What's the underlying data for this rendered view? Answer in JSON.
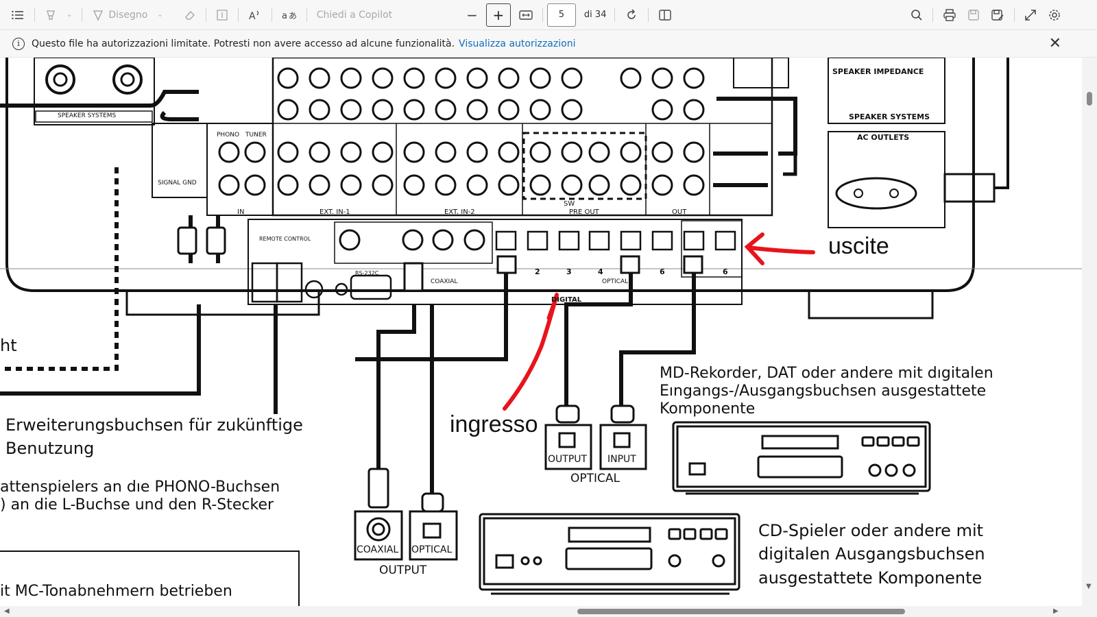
{
  "toolbar": {
    "draw_label": "Disegno",
    "copilot_label": "Chiedi a Copilot",
    "page_current": "5",
    "page_total": "di 34"
  },
  "infobar": {
    "message": "Questo file ha autorizzazioni limitate. Potresti non avere accesso ad alcune funzionalità.",
    "link": "Visualizza autorizzazioni"
  },
  "document": {
    "annotation_outputs": "uscite",
    "annotation_input": "ingresso",
    "text_ht": "ht",
    "text_expansion_1": "Erweiterungsbuchsen für zukünftige",
    "text_expansion_2": "Benutzung",
    "text_phono_1": "attenspielers an dıe PHONO-Buchsen",
    "text_phono_2": ") an die L-Buchse und den R-Stecker",
    "text_mc": "it  MC-Tonabnehmern  betrieben",
    "text_md_1": "MD-Rekorder,  DAT  oder  andere  mit  dıgitalen",
    "text_md_2": "Eıngangs-/Ausgangsbuchsen      ausgestattete",
    "text_md_3": "Komponente",
    "text_cd_1": "CD-Spieler   oder   andere   mit",
    "text_cd_2": "digitalen      Ausgangsbuchsen",
    "text_cd_3": "ausgestattete Komponente",
    "label_output_plug": "OUTPUT",
    "label_input_plug": "INPUT",
    "label_optical_md": "OPTICAL",
    "label_coaxial": "COAXIAL",
    "label_optical_cd": "OPTICAL",
    "label_output_cd": "OUTPUT",
    "panel_speaker_impedance": "SPEAKER IMPEDANCE",
    "panel_speaker_systems": "SPEAKER SYSTEMS",
    "panel_ac_outlets": "AC OUTLETS",
    "panel_speaker_systems_left": "SPEAKER SYSTEMS",
    "panel_phono": "PHONO",
    "panel_tuner": "TUNER",
    "panel_signal_gnd": "SIGNAL GND",
    "panel_in": "IN",
    "panel_ext_in_1": "EXT. IN-1",
    "panel_ext_in_2": "EXT. IN-2",
    "panel_pre_out": "PRE OUT",
    "panel_out": "OUT",
    "panel_digital": "DIGITAL",
    "panel_coaxial_small": "COAXIAL",
    "panel_optical_small": "OPTICAL",
    "panel_rs232c": "RS-232C",
    "panel_remote_control": "REMOTE CONTROL",
    "panel_sw": "SW",
    "opt_2": "2",
    "opt_3": "3",
    "opt_4": "4",
    "opt_6a": "6",
    "opt_6b": "6"
  }
}
